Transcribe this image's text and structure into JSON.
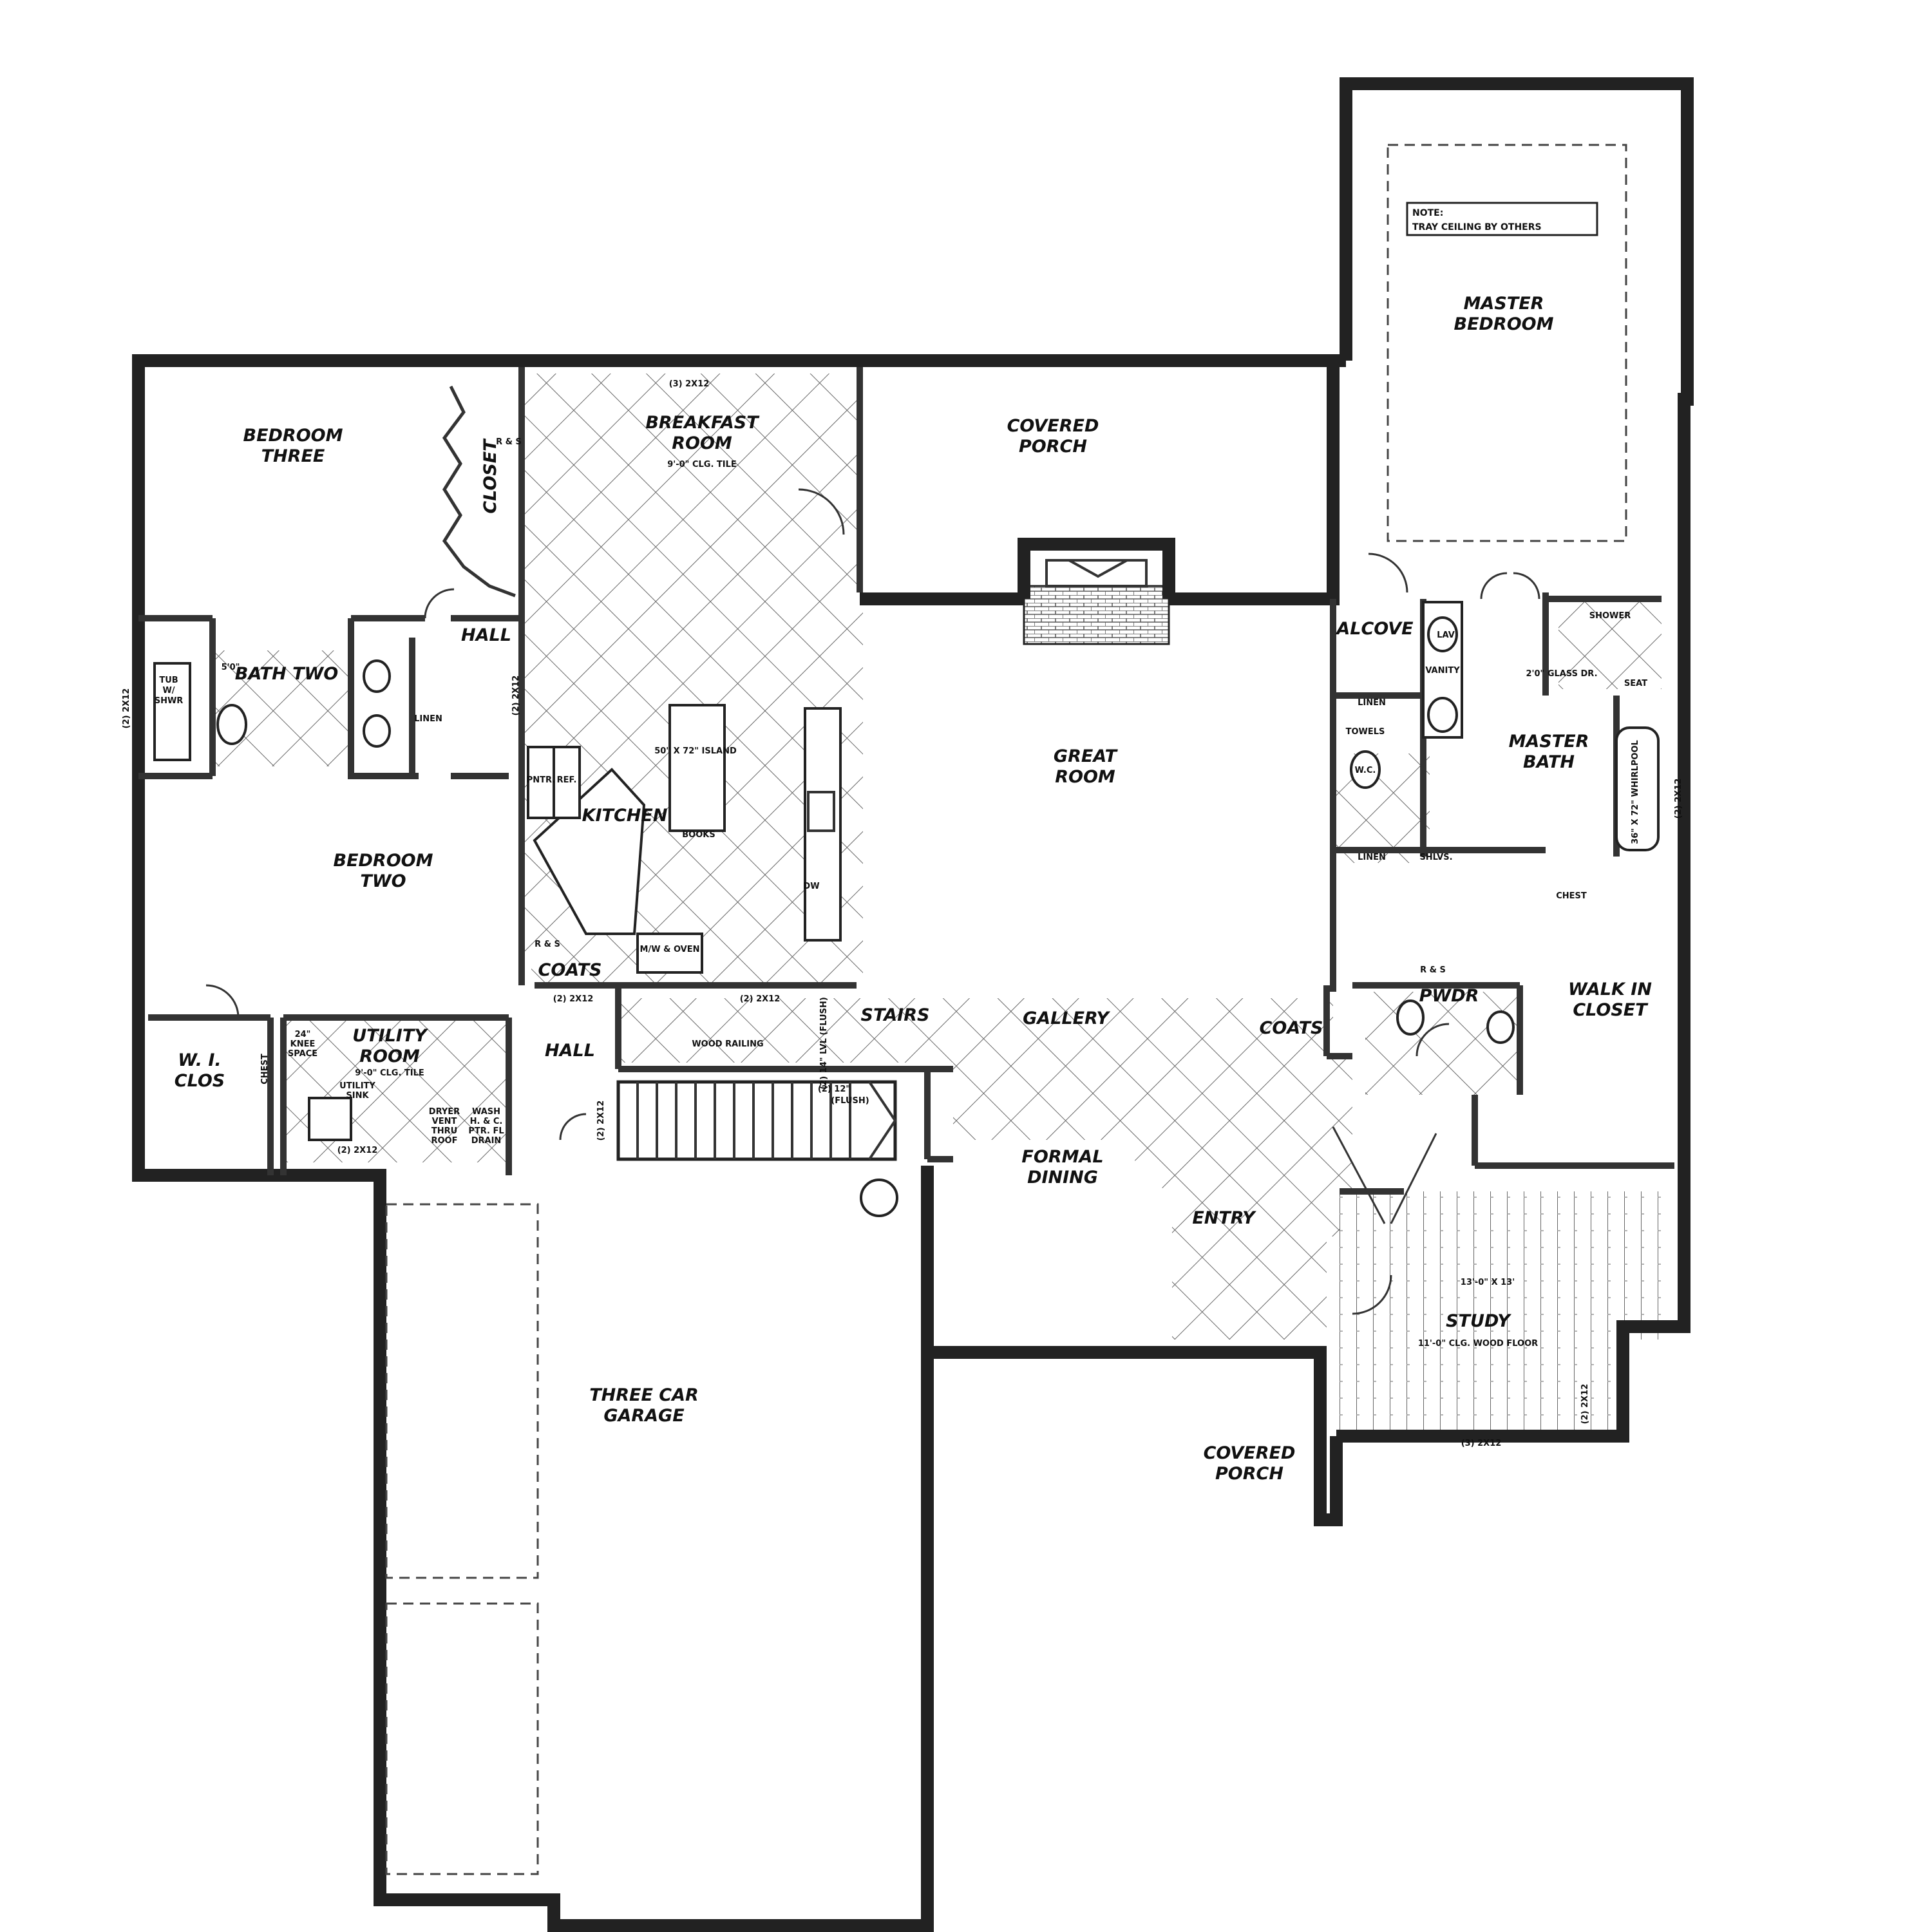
{
  "rooms": {
    "master_bedroom": [
      "MASTER",
      "BEDROOM"
    ],
    "covered_porch_rear": [
      "COVERED",
      "PORCH"
    ],
    "bedroom_three": [
      "BEDROOM",
      "THREE"
    ],
    "breakfast_room": [
      "BREAKFAST",
      "ROOM"
    ],
    "closet": "CLOSET",
    "bath_two": "BATH TWO",
    "hall_upper": "HALL",
    "great_room": [
      "GREAT",
      "ROOM"
    ],
    "alcove": "ALCOVE",
    "master_bath": [
      "MASTER",
      "BATH"
    ],
    "kitchen": "KITCHEN",
    "bedroom_two": [
      "BEDROOM",
      "TWO"
    ],
    "coats_kitchen": "COATS",
    "stairs": "STAIRS",
    "gallery": "GALLERY",
    "coats_entry": "COATS",
    "pwdr": "PWDR",
    "walk_in_closet": [
      "WALK IN",
      "CLOSET"
    ],
    "wi_clos": [
      "W. I.",
      "CLOS"
    ],
    "utility_room": [
      "UTILITY",
      "ROOM"
    ],
    "hall_lower": "HALL",
    "formal_dining": [
      "FORMAL",
      "DINING"
    ],
    "entry": "ENTRY",
    "study": "STUDY",
    "three_car_garage": [
      "THREE CAR",
      "GARAGE"
    ],
    "covered_porch_front": [
      "COVERED",
      "PORCH"
    ]
  },
  "note": [
    "NOTE:",
    "TRAY CEILING BY OTHERS"
  ],
  "annotations": {
    "header_breakfast": "(3) 2X12",
    "header_bed3_side": "(2) 2X12",
    "header_bath": "(2) 2X12",
    "header_master_side": "(2) 2X12",
    "header_coats": "(2) 2X12",
    "header_utility": "(2) 2X12",
    "header_hall": "(2) 2X12",
    "header_study_side": "(2) 2X12",
    "header_study_bottom": "(3) 2X12",
    "header_stairs_a": "(2) 2X12",
    "header_stairs_b": "(2) 12\"",
    "header_stairs_c": "(FLUSH)",
    "lvl_beam": "(2) 14\" LVL (FLUSH)",
    "breakfast_ceiling": "9'-0\" CLG. TILE",
    "island": "50\" X 72\" ISLAND",
    "books": "BOOKS",
    "mw_oven": "M/W & OVEN",
    "dw": "DW",
    "ref": "REF.",
    "pantry": "PNTR.",
    "r_and_s_kitchen": "R & S",
    "r_and_s_walkin": "R & S",
    "r_and_s_closet": "R & S",
    "linen_bath": "LINEN",
    "linen_master_a": "LINEN",
    "linen_master_b": "LINEN",
    "lav": "LAV",
    "vanity": "VANITY",
    "wc": "W.C.",
    "towels": "TOWELS",
    "tub_shwr": [
      "5'0\"",
      "TUB",
      "W/",
      "SHWR"
    ],
    "shelves": "SHLVS.",
    "seat": "SEAT",
    "chest": "CHEST",
    "chest_wi": "CHEST",
    "whirlpool": "36\" X 72\" WHIRLPOOL",
    "shower": "SHOWER",
    "glass_dr": "2'0\" GLASS DR.",
    "stair_railing": "WOOD RAILING",
    "dryer_vent": [
      "DRYER",
      "VENT",
      "THRU",
      "ROOF"
    ],
    "wash_box": [
      "WASH",
      "H. & C.",
      "PTR. FL",
      "DRAIN"
    ],
    "knee_space": [
      "24\"",
      "KNEE",
      "SPACE"
    ],
    "utility_sink": [
      "UTILITY",
      "SINK"
    ],
    "utility_ceiling": "9'-0\" CLG. TILE",
    "study_ceiling": "11'-0\" CLG. WOOD FLOOR",
    "study_size": "13'-0\" X 13'"
  }
}
